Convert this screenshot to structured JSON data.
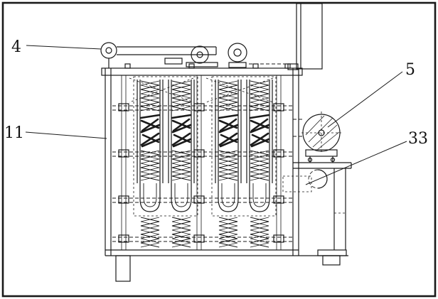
{
  "figure": {
    "type": "patent-line-drawing",
    "description": "Side elevation technical diagram of a machine cabinet with pulley, motor-fan unit, and internal spring/brush columns, annotated with numbered part labels and leader lines",
    "labels": {
      "part4": "4",
      "part5": "5",
      "part11": "11",
      "part33": "33"
    },
    "colors": {
      "line": "#1a1a1a",
      "background": "#ffffff"
    }
  }
}
